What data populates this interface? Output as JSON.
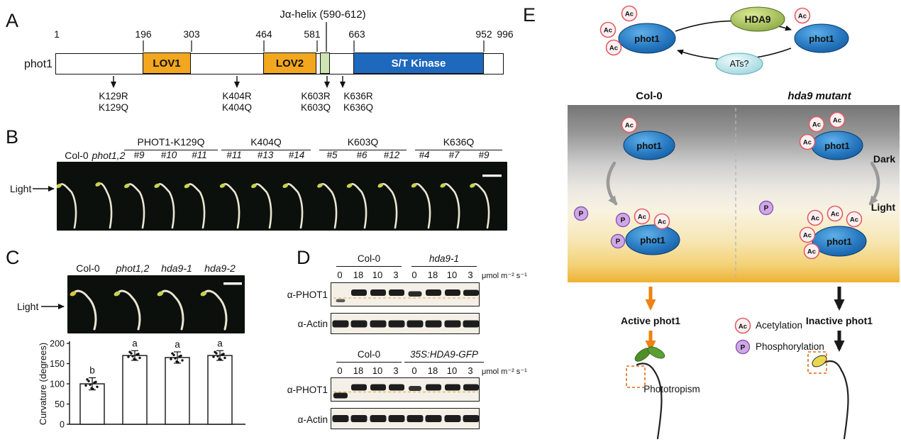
{
  "panelA": {
    "label": "A",
    "protein_label": "phot1",
    "helix_label": "Jα-helix (590-612)",
    "positions": [
      "1",
      "196",
      "303",
      "464",
      "581",
      "663",
      "952",
      "996"
    ],
    "domains": {
      "lov1": "LOV1",
      "lov2": "LOV2",
      "kinase": "S/T Kinase"
    },
    "mutations": [
      [
        "K129R",
        "K129Q"
      ],
      [
        "K404R",
        "K404Q"
      ],
      [
        "K603R",
        "K603Q"
      ],
      [
        "K636R",
        "K636Q"
      ]
    ]
  },
  "panelB": {
    "label": "B",
    "light_label": "Light",
    "col0": "Col-0",
    "phot12": "phot1,2",
    "groups": [
      {
        "name": "PHOT1-K129Q",
        "lines": [
          "#9",
          "#10",
          "#11"
        ]
      },
      {
        "name": "K404Q",
        "lines": [
          "#11",
          "#13",
          "#14"
        ]
      },
      {
        "name": "K603Q",
        "lines": [
          "#5",
          "#6",
          "#12"
        ]
      },
      {
        "name": "K636Q",
        "lines": [
          "#4",
          "#7",
          "#9"
        ]
      }
    ]
  },
  "panelC": {
    "label": "C",
    "light_label": "Light",
    "genotypes": [
      "Col-0",
      "phot1,2",
      "hda9-1",
      "hda9-2"
    ]
  },
  "chart_data": {
    "type": "bar",
    "categories": [
      "Col-0",
      "phot1,2",
      "hda9-1",
      "hda9-2"
    ],
    "values": [
      100,
      170,
      165,
      170
    ],
    "errors": [
      15,
      12,
      14,
      12
    ],
    "sig_letters": [
      "b",
      "a",
      "a",
      "a"
    ],
    "title": "",
    "xlabel": "",
    "ylabel": "Curvature (degrees)",
    "ylim": [
      0,
      200
    ],
    "yticks": [
      0,
      50,
      100,
      150,
      200
    ],
    "grid": false,
    "legend": "none"
  },
  "panelD": {
    "label": "D",
    "blots": [
      {
        "genotype_left": "Col-0",
        "genotype_right": "hda9-1",
        "lanes": [
          "0",
          "18",
          "10",
          "3",
          "0",
          "18",
          "10",
          "3"
        ],
        "unit": "μmol m⁻² s⁻¹",
        "antibody_rows": [
          "α-PHOT1",
          "α-Actin"
        ]
      },
      {
        "genotype_left": "Col-0",
        "genotype_right": "35S:HDA9-GFP",
        "lanes": [
          "0",
          "18",
          "10",
          "3",
          "0",
          "18",
          "10",
          "3"
        ],
        "unit": "μmol m⁻² s⁻¹",
        "antibody_rows": [
          "α-PHOT1",
          "α-Actin"
        ]
      }
    ]
  },
  "panelE": {
    "label": "E",
    "hda9_enzyme": "HDA9",
    "ats_enzyme": "ATs?",
    "phot1": "phot1",
    "ac_symbol": "Ac",
    "p_symbol": "P",
    "col0_header": "Col-0",
    "hda9_header": "hda9 mutant",
    "dark_label": "Dark",
    "light_label": "Light",
    "active_label": "Active phot1",
    "inactive_label": "Inactive phot1",
    "phototropism_label": "Phototropism",
    "legend": [
      {
        "symbol": "Ac",
        "label": "Acetylation"
      },
      {
        "symbol": "P",
        "label": "Phosphorylation"
      }
    ]
  }
}
